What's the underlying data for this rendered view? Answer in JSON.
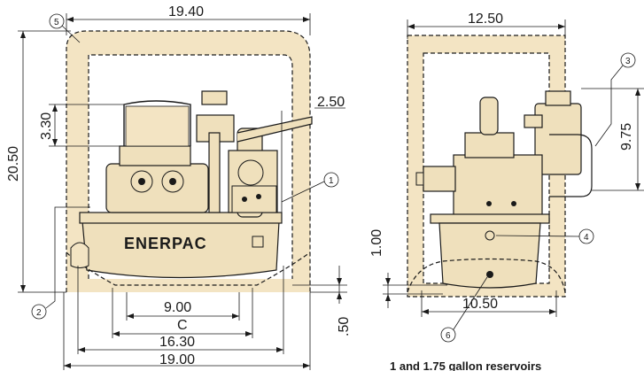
{
  "colors": {
    "frame": "#f3e4c3",
    "body": "#efe0bc",
    "line": "#1a1a1a",
    "background": "#ffffff"
  },
  "brand": "ENERPAC",
  "front_view": {
    "width_top": "19.40",
    "height_total": "20.50",
    "handle_height": "3.30",
    "side_offset": "2.50",
    "inner_dim": "9.00",
    "variable_dim": "C",
    "mid_width": "16.30",
    "base_width": "19.00",
    "base_offset": ".50"
  },
  "side_view": {
    "width_top": "12.50",
    "reservoir_height": "9.75",
    "drain_height": "1.00",
    "base_width": "10.50"
  },
  "callouts": [
    "1",
    "2",
    "3",
    "4",
    "5",
    "6"
  ],
  "footnote": "1 and 1.75 gallon reservoirs"
}
